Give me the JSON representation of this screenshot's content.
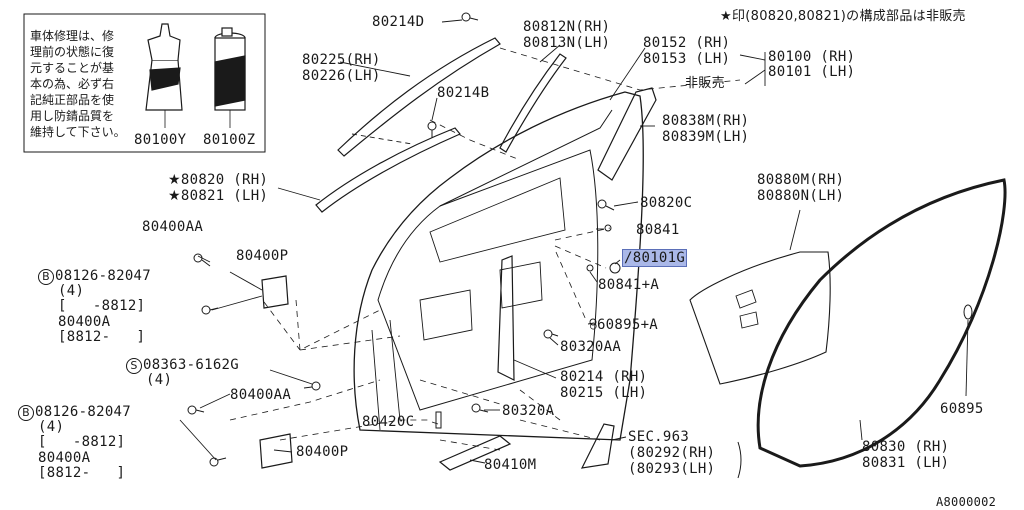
{
  "legend_note": "★印(80820,80821)の構成部品は非販売",
  "repair_box": {
    "text": "車体修理は、修\n理前の状態に復\n元することが基\n本の為、必ず右\n記純正部品を使\n用し防錆品質を\n維持して下さい。",
    "part_a": "80100Y",
    "part_b": "80100Z"
  },
  "labels": {
    "p80214D": "80214D",
    "p80812N": "80812N(RH)",
    "p80813N": "80813N(LH)",
    "p80152": "80152 (RH)",
    "p80153": "80153 (LH)",
    "p80100": "80100 (RH)",
    "p80101": "80101 (LH)",
    "hihanbai": "非販売",
    "p80225": "80225(RH)",
    "p80226": "80226(LH)",
    "p80214B": "80214B",
    "p80838M": "80838M(RH)",
    "p80839M": "80839M(LH)",
    "p80820": "80820 (RH)",
    "p80821": "80821 (LH)",
    "p80820C": "80820C",
    "p80880M": "80880M(RH)",
    "p80880N": "80880N(LH)",
    "p80841": "80841",
    "p80101G": "80101G",
    "p80841A": "80841+A",
    "p80400AA_top": "80400AA",
    "p80400P_top": "80400P",
    "b08126_top": "08126-82047",
    "qty4_top": "(4)",
    "range_top_1": "[   -8812]",
    "p80400A_top": "80400A",
    "range_top_2": "[8812-   ]",
    "p60895A": "60895+A",
    "p80320AA": "80320AA",
    "s08363": "08363-6162G",
    "qty4_mid": "(4)",
    "p80214RH": "80214 (RH)",
    "p80215LH": "80215 (LH)",
    "p80400AA_mid": "80400AA",
    "b08126_bot": "08126-82047",
    "qty4_bot": "(4)",
    "range_bot_1": "[   -8812]",
    "p80400A_bot": "80400A",
    "range_bot_2": "[8812-   ]",
    "p80420C": "80420C",
    "p80320A": "80320A",
    "p60895": "60895",
    "sec963": "SEC.963",
    "p80292": "(80292(RH)",
    "p80293": "(80293(LH)",
    "p80400P_bot": "80400P",
    "p80410M": "80410M",
    "p80830": "80830 (RH)",
    "p80831": "80831 (LH)",
    "diagram_code": "A8000002"
  },
  "symbols": {
    "star": "★",
    "bolt_b": "B",
    "screw_s": "S"
  }
}
